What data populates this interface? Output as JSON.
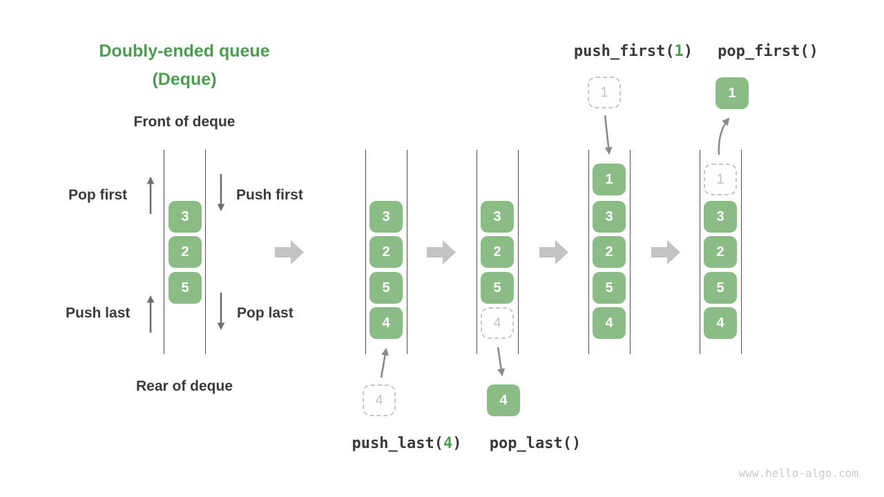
{
  "title": {
    "line1": "Doubly-ended queue",
    "line2": "(Deque)"
  },
  "side_labels": {
    "front": "Front of deque",
    "rear": "Rear of deque",
    "pop_first": "Pop first",
    "push_first": "Push first",
    "push_last": "Push last",
    "pop_last": "Pop last"
  },
  "code_labels": {
    "push_first": {
      "pre": "push_first(",
      "arg": "1",
      "post": ")"
    },
    "pop_first": "pop_first()",
    "push_last": {
      "pre": "push_last(",
      "arg": "4",
      "post": ")"
    },
    "pop_last": "pop_last()"
  },
  "queues": [
    {
      "cells": [
        {
          "value": "3"
        },
        {
          "value": "2"
        },
        {
          "value": "5"
        }
      ]
    },
    {
      "cells": [
        {
          "value": "3"
        },
        {
          "value": "2"
        },
        {
          "value": "5"
        },
        {
          "value": "4"
        }
      ]
    },
    {
      "cells": [
        {
          "value": "3"
        },
        {
          "value": "2"
        },
        {
          "value": "5"
        },
        {
          "value": "4",
          "ghost": true
        }
      ]
    },
    {
      "cells": [
        {
          "value": "1"
        },
        {
          "value": "3"
        },
        {
          "value": "2"
        },
        {
          "value": "5"
        },
        {
          "value": "4"
        }
      ]
    },
    {
      "cells": [
        {
          "value": "1",
          "ghost": true
        },
        {
          "value": "3"
        },
        {
          "value": "2"
        },
        {
          "value": "5"
        },
        {
          "value": "4"
        }
      ]
    }
  ],
  "floating_cells": {
    "push_last_in": "4",
    "pop_last_out": "4",
    "push_first_in": "1",
    "pop_first_out": "1"
  },
  "colors": {
    "accent_green": "#4C9D52",
    "cell_green": "#8CBC86",
    "text_dark": "#3A3A3A",
    "op_arrow_gray": "#6F6F6F",
    "connector_arrow_gray": "#8A8A8A",
    "big_arrow_gray": "#C3C3C3",
    "ghost_gray": "#C5C5C5"
  },
  "watermark": "www.hello-algo.com"
}
